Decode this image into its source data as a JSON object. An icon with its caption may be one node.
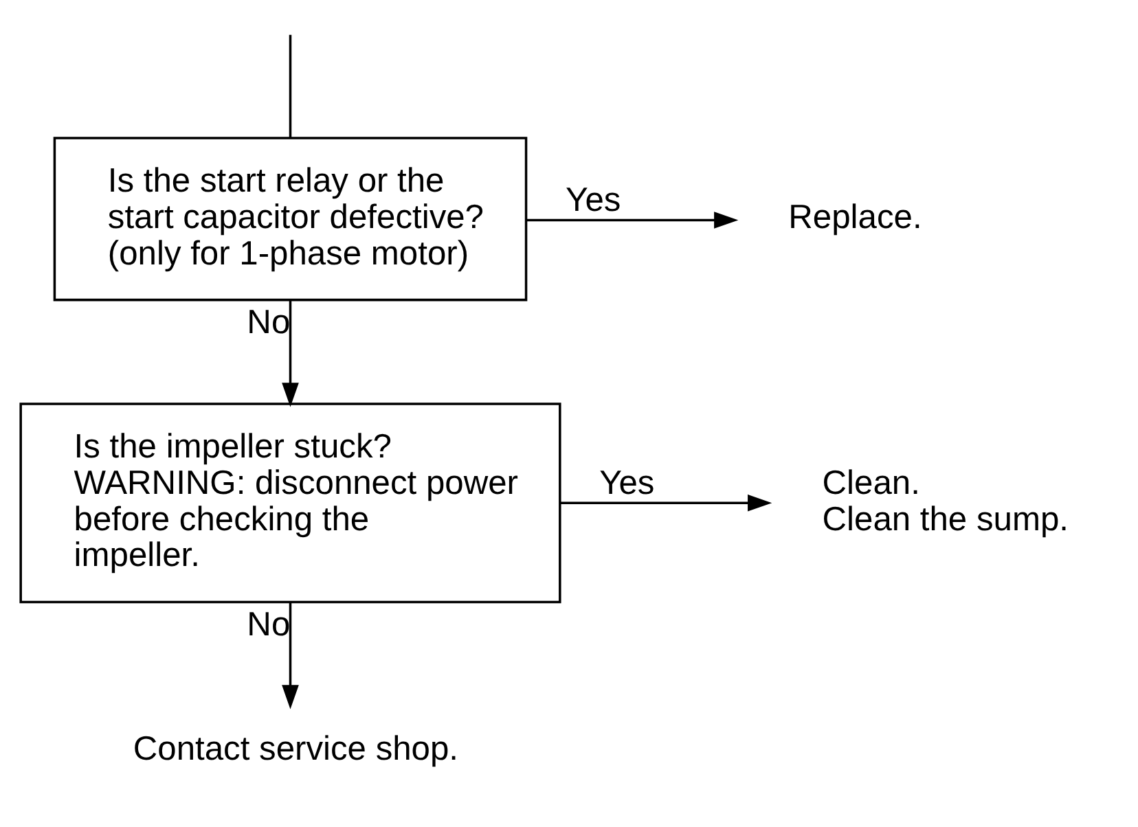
{
  "diagram": {
    "nodes": [
      {
        "text": [
          "Is the start relay or the start capacitor defective? (only for 1-phase motor)"
        ]
      },
      {
        "text": [
          "Replace."
        ]
      },
      {
        "text": [
          "Is the impeller stuck? WARNING: disconnect power before checking the impeller."
        ]
      },
      {
        "text": [
          "Clean.",
          "Clean the sump."
        ]
      },
      {
        "text": [
          "Contact service shop."
        ]
      }
    ],
    "edges": [
      {
        "from": null,
        "to": 0,
        "arrow": "none"
      },
      {
        "from": 0,
        "to": 1,
        "arrow": "to",
        "label": "Yes"
      },
      {
        "from": 0,
        "to": 2,
        "arrow": "to",
        "label": "No"
      },
      {
        "from": 2,
        "to": 3,
        "arrow": "to",
        "label": "Yes"
      },
      {
        "from": 2,
        "to": 4,
        "arrow": "to",
        "label": "No"
      }
    ]
  }
}
